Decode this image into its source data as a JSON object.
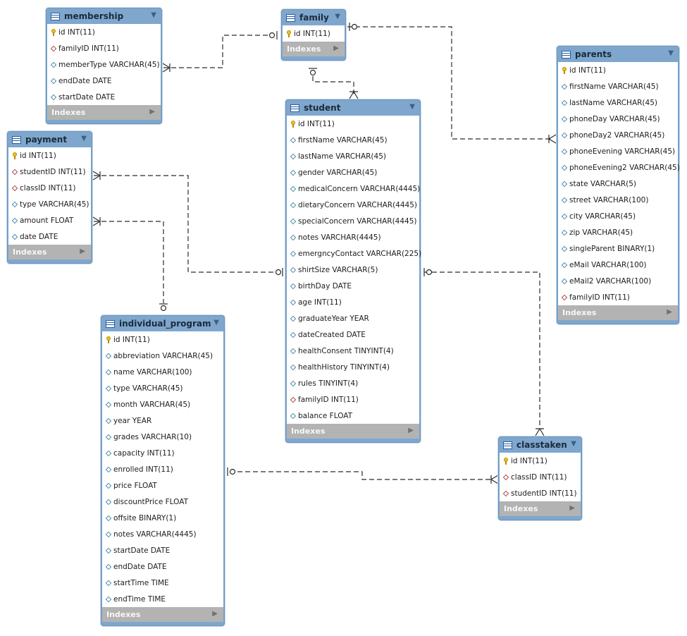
{
  "tables": [
    {
      "id": "membership",
      "name": "membership",
      "indexes_label": "Indexes",
      "columns": [
        {
          "kind": "pk",
          "text": "id INT(11)"
        },
        {
          "kind": "fk",
          "text": "familyID INT(11)"
        },
        {
          "kind": "col",
          "text": "memberType VARCHAR(45)"
        },
        {
          "kind": "col",
          "text": "endDate DATE"
        },
        {
          "kind": "col",
          "text": "startDate DATE"
        }
      ]
    },
    {
      "id": "family",
      "name": "family",
      "indexes_label": "Indexes",
      "columns": [
        {
          "kind": "pk",
          "text": "id INT(11)"
        }
      ]
    },
    {
      "id": "parents",
      "name": "parents",
      "indexes_label": "Indexes",
      "columns": [
        {
          "kind": "pk",
          "text": "id INT(11)"
        },
        {
          "kind": "col",
          "text": "firstName VARCHAR(45)"
        },
        {
          "kind": "col",
          "text": "lastName VARCHAR(45)"
        },
        {
          "kind": "col",
          "text": "phoneDay VARCHAR(45)"
        },
        {
          "kind": "col",
          "text": "phoneDay2 VARCHAR(45)"
        },
        {
          "kind": "col",
          "text": "phoneEvening VARCHAR(45)"
        },
        {
          "kind": "col",
          "text": "phoneEvening2 VARCHAR(45)"
        },
        {
          "kind": "col",
          "text": "state VARCHAR(5)"
        },
        {
          "kind": "col",
          "text": "street VARCHAR(100)"
        },
        {
          "kind": "col",
          "text": "city VARCHAR(45)"
        },
        {
          "kind": "col",
          "text": "zip VARCHAR(45)"
        },
        {
          "kind": "col",
          "text": "singleParent BINARY(1)"
        },
        {
          "kind": "col",
          "text": "eMail VARCHAR(100)"
        },
        {
          "kind": "col",
          "text": "eMail2 VARCHAR(100)"
        },
        {
          "kind": "fk",
          "text": "familyID INT(11)"
        }
      ]
    },
    {
      "id": "payment",
      "name": "payment",
      "indexes_label": "Indexes",
      "columns": [
        {
          "kind": "pk",
          "text": "id INT(11)"
        },
        {
          "kind": "fk",
          "text": "studentID INT(11)"
        },
        {
          "kind": "fk",
          "text": "classID INT(11)"
        },
        {
          "kind": "col",
          "text": "type VARCHAR(45)"
        },
        {
          "kind": "col",
          "text": "amount FLOAT"
        },
        {
          "kind": "col",
          "text": "date DATE"
        }
      ]
    },
    {
      "id": "student",
      "name": "student",
      "indexes_label": "Indexes",
      "columns": [
        {
          "kind": "pk",
          "text": "id INT(11)"
        },
        {
          "kind": "col",
          "text": "firstName VARCHAR(45)"
        },
        {
          "kind": "col",
          "text": "lastName VARCHAR(45)"
        },
        {
          "kind": "col",
          "text": "gender VARCHAR(45)"
        },
        {
          "kind": "col",
          "text": "medicalConcern VARCHAR(4445)"
        },
        {
          "kind": "col",
          "text": "dietaryConcern VARCHAR(4445)"
        },
        {
          "kind": "col",
          "text": "specialConcern VARCHAR(4445)"
        },
        {
          "kind": "col",
          "text": "notes VARCHAR(4445)"
        },
        {
          "kind": "col",
          "text": "emergncyContact VARCHAR(225)"
        },
        {
          "kind": "col",
          "text": "shirtSize VARCHAR(5)"
        },
        {
          "kind": "col",
          "text": "birthDay DATE"
        },
        {
          "kind": "col",
          "text": "age INT(11)"
        },
        {
          "kind": "col",
          "text": "graduateYear YEAR"
        },
        {
          "kind": "col",
          "text": "dateCreated DATE"
        },
        {
          "kind": "col",
          "text": "healthConsent TINYINT(4)"
        },
        {
          "kind": "col",
          "text": "healthHistory TINYINT(4)"
        },
        {
          "kind": "col",
          "text": "rules TINYINT(4)"
        },
        {
          "kind": "fk",
          "text": "familyID INT(11)"
        },
        {
          "kind": "col",
          "text": "balance FLOAT"
        }
      ]
    },
    {
      "id": "individual_program",
      "name": "individual_program",
      "indexes_label": "Indexes",
      "columns": [
        {
          "kind": "pk",
          "text": "id INT(11)"
        },
        {
          "kind": "col",
          "text": "abbreviation VARCHAR(45)"
        },
        {
          "kind": "col",
          "text": "name VARCHAR(100)"
        },
        {
          "kind": "col",
          "text": "type VARCHAR(45)"
        },
        {
          "kind": "col",
          "text": "month VARCHAR(45)"
        },
        {
          "kind": "col",
          "text": "year YEAR"
        },
        {
          "kind": "col",
          "text": "grades VARCHAR(10)"
        },
        {
          "kind": "col",
          "text": "capacity INT(11)"
        },
        {
          "kind": "col",
          "text": "enrolled INT(11)"
        },
        {
          "kind": "col",
          "text": "price FLOAT"
        },
        {
          "kind": "col",
          "text": "discountPrice FLOAT"
        },
        {
          "kind": "col",
          "text": "offsite BINARY(1)"
        },
        {
          "kind": "col",
          "text": "notes VARCHAR(4445)"
        },
        {
          "kind": "col",
          "text": "startDate DATE"
        },
        {
          "kind": "col",
          "text": "endDate DATE"
        },
        {
          "kind": "col",
          "text": "startTime TIME"
        },
        {
          "kind": "col",
          "text": "endTime TIME"
        }
      ]
    },
    {
      "id": "classtaken",
      "name": "classtaken",
      "indexes_label": "Indexes",
      "columns": [
        {
          "kind": "pk",
          "text": "id INT(11)"
        },
        {
          "kind": "fk",
          "text": "classID INT(11)"
        },
        {
          "kind": "fk",
          "text": "studentID INT(11)"
        }
      ]
    }
  ]
}
